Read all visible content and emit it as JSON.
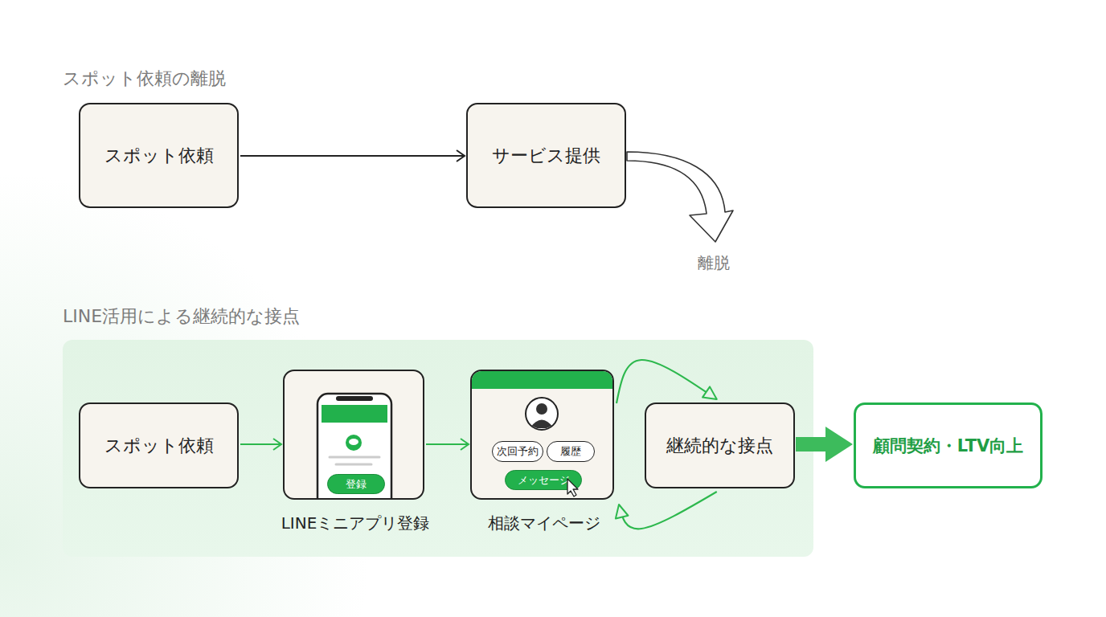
{
  "diagram": {
    "nodes": [
      {
        "text": [
          "スポット依頼"
        ]
      },
      {
        "text": [
          "サービス提供"
        ]
      },
      {
        "text": [
          "LINE活用による継続的な接点"
        ]
      },
      {
        "text": [
          "スポット依頼"
        ],
        "in": 2
      },
      {
        "text": [
          "登録",
          "LINEミニアプリ登録"
        ],
        "in": 2
      },
      {
        "text": [
          "次回予約",
          "履歴",
          "メッセージ",
          "相談マイページ"
        ],
        "in": 2
      },
      {
        "text": [
          "継続的な接点"
        ],
        "in": 2
      },
      {
        "text": [
          "顧問契約・LTV向上"
        ]
      }
    ],
    "edges": [
      {
        "from": 0,
        "to": 1,
        "arrow": "to"
      },
      {
        "from": 3,
        "to": 4,
        "arrow": "to"
      },
      {
        "from": 4,
        "to": 5,
        "arrow": "to"
      },
      {
        "from": 5,
        "to": 6,
        "arrow": "to"
      },
      {
        "from": 6,
        "to": 5,
        "arrow": "to"
      },
      {
        "from": 6,
        "to": 7,
        "arrow": "to"
      }
    ],
    "labels": [
      "スポット依頼の離脱",
      "離脱"
    ]
  }
}
